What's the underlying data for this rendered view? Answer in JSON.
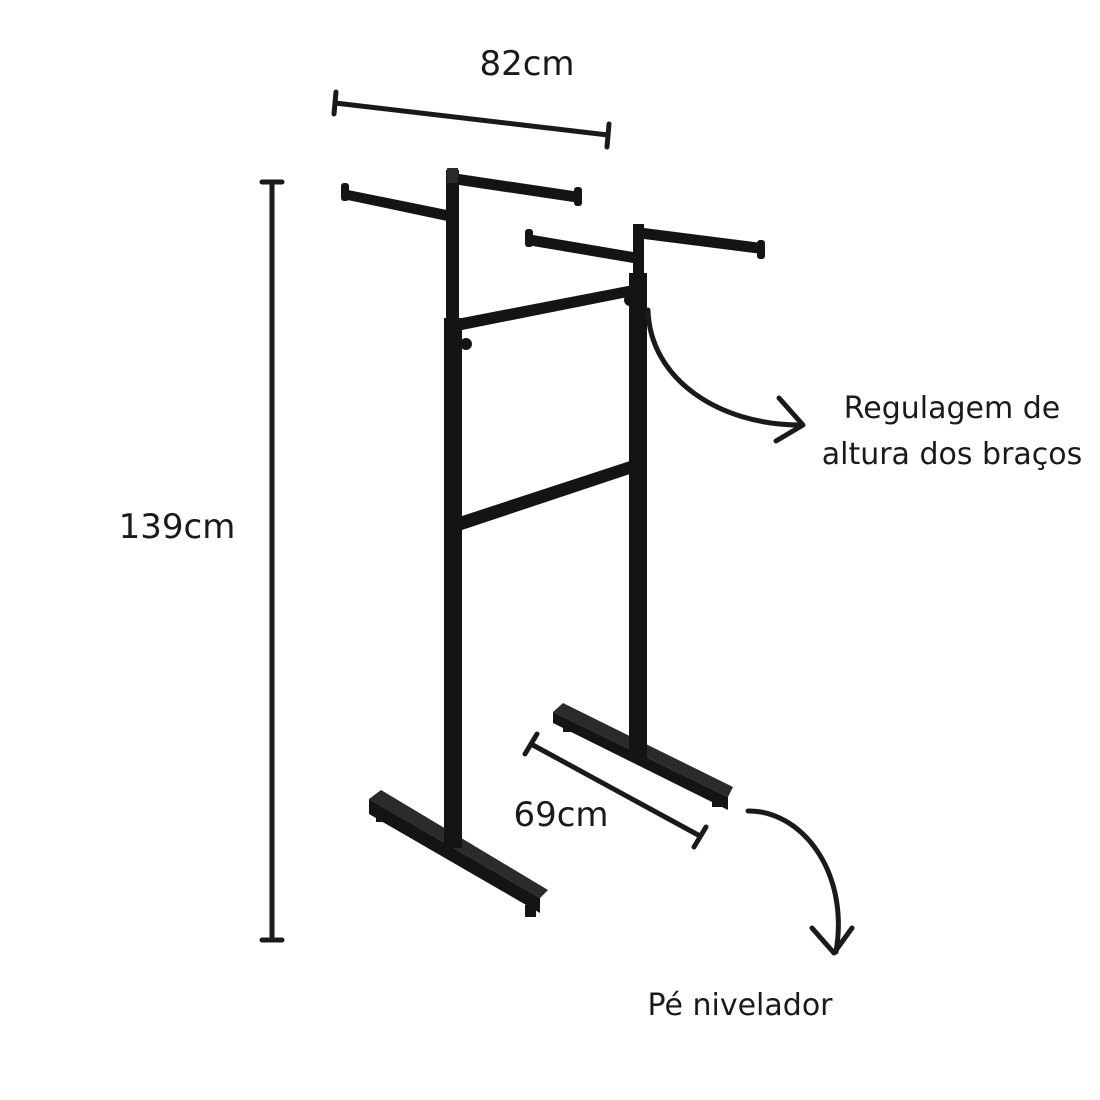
{
  "dimensions": {
    "width": "82cm",
    "height": "139cm",
    "depth": "69cm"
  },
  "annotations": {
    "arm_height": [
      "Regulagem de",
      "altura dos braços"
    ],
    "leveler": "Pé nivelador"
  },
  "colors": {
    "frame": "#141414",
    "frame_shade": "#2b2b2b",
    "ink": "#1a1a1a",
    "background": "#ffffff"
  }
}
